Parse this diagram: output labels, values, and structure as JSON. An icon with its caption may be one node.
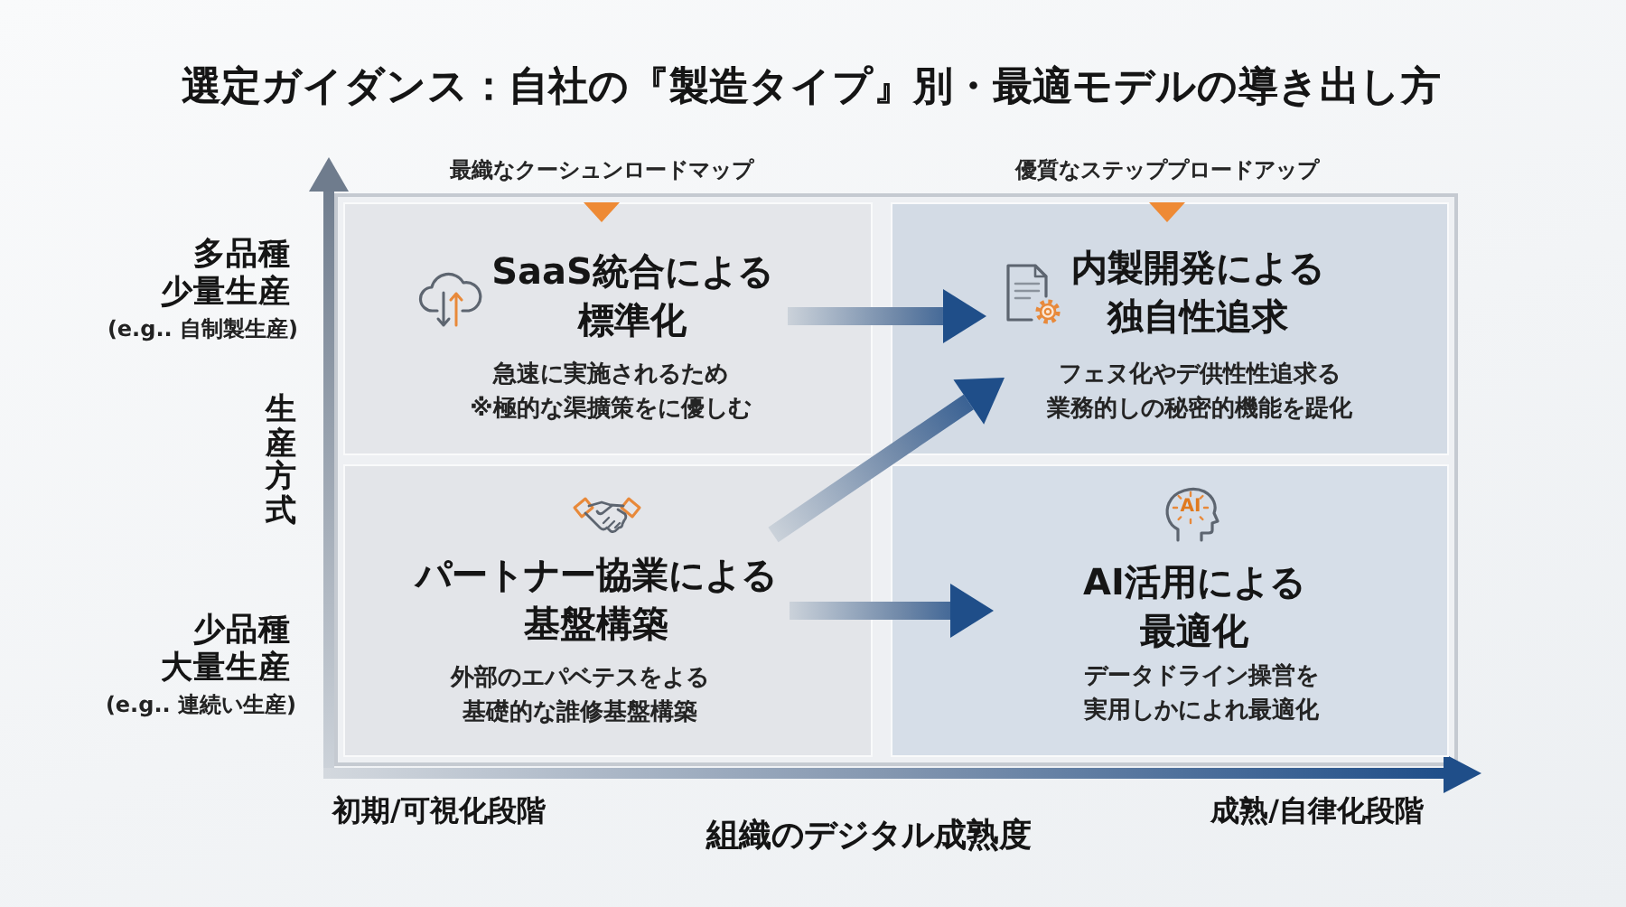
{
  "diagram": {
    "title": "選定ガイダンス：自社の『製造タイプ』別・最適モデルの導き出し方",
    "nodes": [
      {
        "text": [
          "SaaS統合による標準化",
          "急速に実施されるため※極的な渠擴策をに優しむ"
        ]
      },
      {
        "text": [
          "内製開発による独自性追求",
          "フェヌ化やデ供性性追求る業務的しの秘密的機能を踶化"
        ]
      },
      {
        "text": [
          "パートナー協業による基盤構築",
          "外部のエパベテスをよる基礎的な誰修基盤構築"
        ]
      },
      {
        "text": [
          "AI",
          "AI活用による最適化",
          "データドライン操営を実用しかによれ最適化"
        ]
      }
    ],
    "edges": [
      {
        "from": 0,
        "to": 1,
        "arrow": "to"
      },
      {
        "from": 2,
        "to": 1,
        "arrow": "to"
      },
      {
        "from": 2,
        "to": 3,
        "arrow": "to"
      }
    ],
    "labels": [
      "最織なクーシュンロードマップ",
      "優質なステッププロードアップ",
      "多品種少量生産",
      "(e.g.. 自制製生産)",
      "生産方式",
      "少品種大量生産",
      "(e.g.. 連続い生産)",
      "初期/可視化段階",
      "成熟/自律化段階",
      "組織のデジタル成熟度"
    ]
  }
}
